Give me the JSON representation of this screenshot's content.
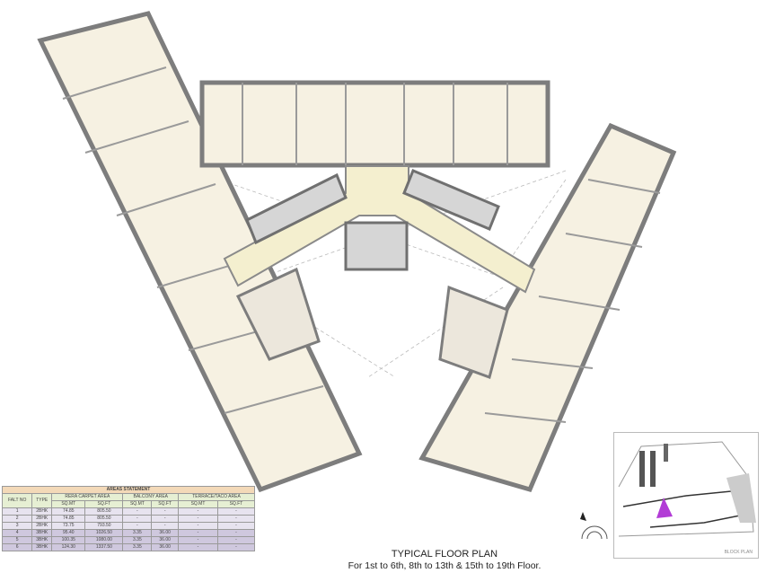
{
  "areas_statement": {
    "title": "AREAS STATEMENT",
    "headers": {
      "flat_no": "FALT NO",
      "type": "TYPE",
      "rera": "RERA CARPET AREA",
      "balcony": "BALCONY AREA",
      "terrace": "TERRACE/TACO AREA",
      "sqmt": "SQ.MT",
      "sqft": "SQ.FT"
    },
    "rows": [
      [
        "1",
        "2BHK",
        "74.85",
        "805.50",
        "-",
        "-",
        "-",
        "-"
      ],
      [
        "2",
        "2BHK",
        "74.85",
        "805.50",
        "-",
        "-",
        "-",
        "-"
      ],
      [
        "3",
        "2BHK",
        "73.75",
        "793.50",
        "-",
        "-",
        "-",
        "-"
      ],
      [
        "4",
        "3BHK",
        "95.40",
        "1026.50",
        "3.35",
        "36.00",
        "-",
        "-"
      ],
      [
        "5",
        "3BHK",
        "100.35",
        "1080.00",
        "3.35",
        "36.00",
        "-",
        "-"
      ],
      [
        "6",
        "3BHK",
        "124.30",
        "1337.50",
        "3.35",
        "36.00",
        "-",
        "-"
      ]
    ]
  },
  "plan_title": "TYPICAL FLOOR PLAN",
  "plan_subtitle": "For 1st to 6th, 8th to 13th & 15th to 19th Floor.",
  "key_plan_label": "BLOCK PLAN",
  "colors": {
    "wall": "#7d7d7d",
    "floor": "#f6f1e2",
    "corridor": "#f4efcf",
    "wood": "#b98a4e",
    "lift": "#d6d6d6",
    "highlight": "#b23cd6"
  }
}
